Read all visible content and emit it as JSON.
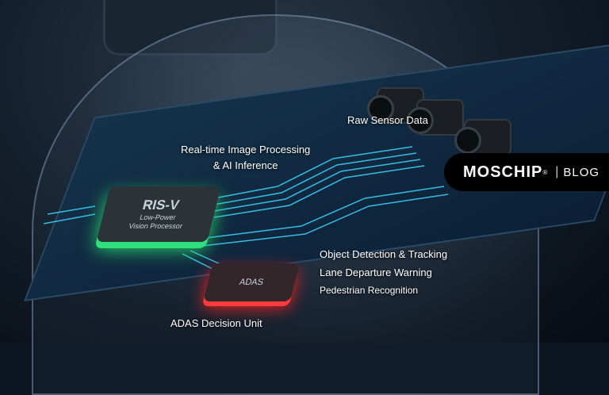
{
  "labels": {
    "raw_sensor": "Raw Sensor Data",
    "image_processing": "Real-time Image Processing\n& AI Inference",
    "object_detection": "Object Detection & Tracking",
    "lane_departure": "Lane Departure Warning",
    "pedestrian": "Pedestrian Recognition",
    "decision_unit": "ADAS Decision Unit"
  },
  "chips": {
    "risv_title": "RIS-V",
    "risv_sub1": "Low-Power",
    "risv_sub2": "Vision Processor",
    "adas_title": "ADAS"
  },
  "badge": {
    "logo": "MOSCHIP",
    "registered": "®",
    "separator": "|",
    "section": "BLOG"
  },
  "colors": {
    "trace": "#3fd6ff",
    "risv_glow": "#2fe07a",
    "adas_glow": "#ff3b3b"
  }
}
